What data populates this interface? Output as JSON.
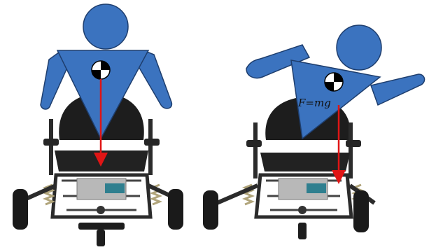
{
  "figure": {
    "panels": [
      {
        "id": "upright",
        "description_visible": false
      },
      {
        "id": "leaning",
        "description_visible": false
      }
    ],
    "force_label": "F=mg",
    "colors": {
      "figure_fill": "#3b73bf",
      "figure_stroke": "#1e3e6e",
      "force_arrow": "#e01515",
      "chair_dark": "#1d1d1d",
      "chair_frame": "#2b2b2b",
      "chair_metal": "#a7a7a7",
      "spring": "#b0a47a",
      "teal_part": "#2f7f8f"
    },
    "icons": [
      "center-of-mass-icon",
      "center-of-mass-icon"
    ]
  }
}
